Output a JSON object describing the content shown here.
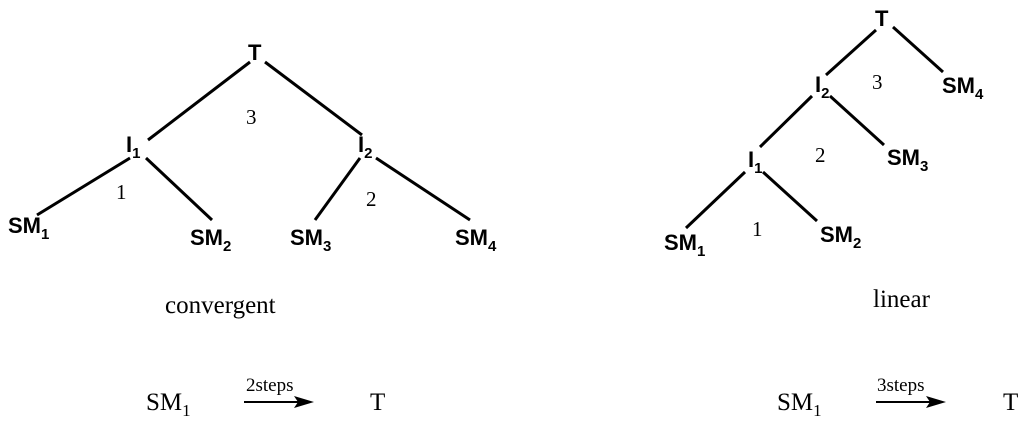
{
  "convergent": {
    "nodes": {
      "T": "T",
      "I1": {
        "base": "I",
        "sub": "1"
      },
      "I2": {
        "base": "I",
        "sub": "2"
      },
      "SM1": {
        "base": "SM",
        "sub": "1"
      },
      "SM2": {
        "base": "SM",
        "sub": "2"
      },
      "SM3": {
        "base": "SM",
        "sub": "3"
      },
      "SM4": {
        "base": "SM",
        "sub": "4"
      }
    },
    "steps": {
      "s1": "1",
      "s2": "2",
      "s3": "3"
    },
    "caption": "convergent",
    "equation": {
      "from_base": "SM",
      "from_sub": "1",
      "label": "2steps",
      "to": "T"
    }
  },
  "linear": {
    "nodes": {
      "T": "T",
      "I1": {
        "base": "I",
        "sub": "1"
      },
      "I2": {
        "base": "I",
        "sub": "2"
      },
      "SM1": {
        "base": "SM",
        "sub": "1"
      },
      "SM2": {
        "base": "SM",
        "sub": "2"
      },
      "SM3": {
        "base": "SM",
        "sub": "3"
      },
      "SM4": {
        "base": "SM",
        "sub": "4"
      }
    },
    "steps": {
      "s1": "1",
      "s2": "2",
      "s3": "3"
    },
    "caption": "linear",
    "equation": {
      "from_base": "SM",
      "from_sub": "1",
      "label": "3steps",
      "to": "T"
    }
  }
}
